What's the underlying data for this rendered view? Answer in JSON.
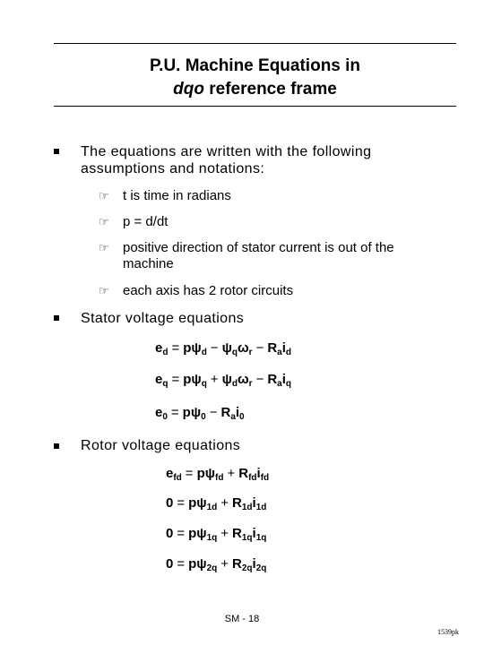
{
  "title": {
    "line1": "P.U. Machine Equations in",
    "line2_italic": "dqo",
    "line2_rest": " reference frame"
  },
  "bullets": [
    {
      "text_line1": "The equations are written with the following",
      "text_line2": "assumptions and notations:"
    },
    {
      "text": "Stator voltage equations"
    },
    {
      "text": "Rotor voltage equations"
    }
  ],
  "subitems": [
    {
      "line1": "t is time in radians"
    },
    {
      "line1": "p = d/dt"
    },
    {
      "line1": "positive direction of stator current is out of the",
      "line2": "machine"
    },
    {
      "line1": "each axis has 2 rotor circuits"
    }
  ],
  "icons": {
    "bullet": "square-bullet-icon",
    "subitem": "pointing-hand-icon"
  },
  "stator_equations": [
    {
      "lhs": "e",
      "lhs_sub": "d",
      "rhs": "= pψ_d − ψ_qω_r − R_ai_d"
    },
    {
      "lhs": "e",
      "lhs_sub": "q",
      "rhs": "= pψ_q + ψ_dω_r − R_ai_q"
    },
    {
      "lhs": "e",
      "lhs_sub": "0",
      "rhs": "= pψ_0 − R_ai_0"
    }
  ],
  "rotor_equations": [
    {
      "lhs": "e",
      "lhs_sub": "fd",
      "rhs": "= pψ_fd + R_fdi_fd"
    },
    {
      "lhs": "0",
      "lhs_sub": "",
      "rhs": "= pψ_1d + R_1di_1d"
    },
    {
      "lhs": "0",
      "lhs_sub": "",
      "rhs": "= pψ_1q + R_1qi_1q"
    },
    {
      "lhs": "0",
      "lhs_sub": "",
      "rhs": "= pψ_2q + R_2qi_2q"
    }
  ],
  "footer": {
    "page": "SM - 18",
    "code": "1539pk"
  }
}
